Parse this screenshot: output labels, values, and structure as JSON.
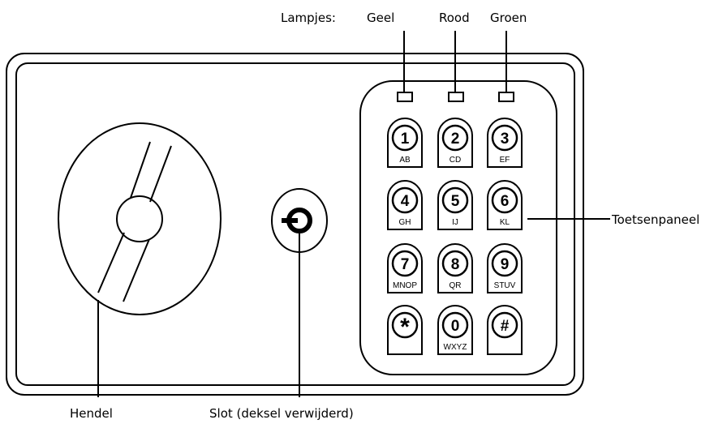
{
  "labels": {
    "lights_prefix": "Lampjes:",
    "yellow": "Geel",
    "red": "Rood",
    "green": "Groen",
    "keypad": "Toetsenpaneel",
    "handle": "Hendel",
    "lock": "Slot (deksel verwijderd)"
  },
  "keys": [
    {
      "main": "1",
      "sub": "AB"
    },
    {
      "main": "2",
      "sub": "CD"
    },
    {
      "main": "3",
      "sub": "EF"
    },
    {
      "main": "4",
      "sub": "GH"
    },
    {
      "main": "5",
      "sub": "IJ"
    },
    {
      "main": "6",
      "sub": "KL"
    },
    {
      "main": "7",
      "sub": "MNOP"
    },
    {
      "main": "8",
      "sub": "QR"
    },
    {
      "main": "9",
      "sub": "STUV"
    },
    {
      "main": "*",
      "sub": ""
    },
    {
      "main": "0",
      "sub": "WXYZ"
    },
    {
      "main": "#",
      "sub": ""
    }
  ]
}
